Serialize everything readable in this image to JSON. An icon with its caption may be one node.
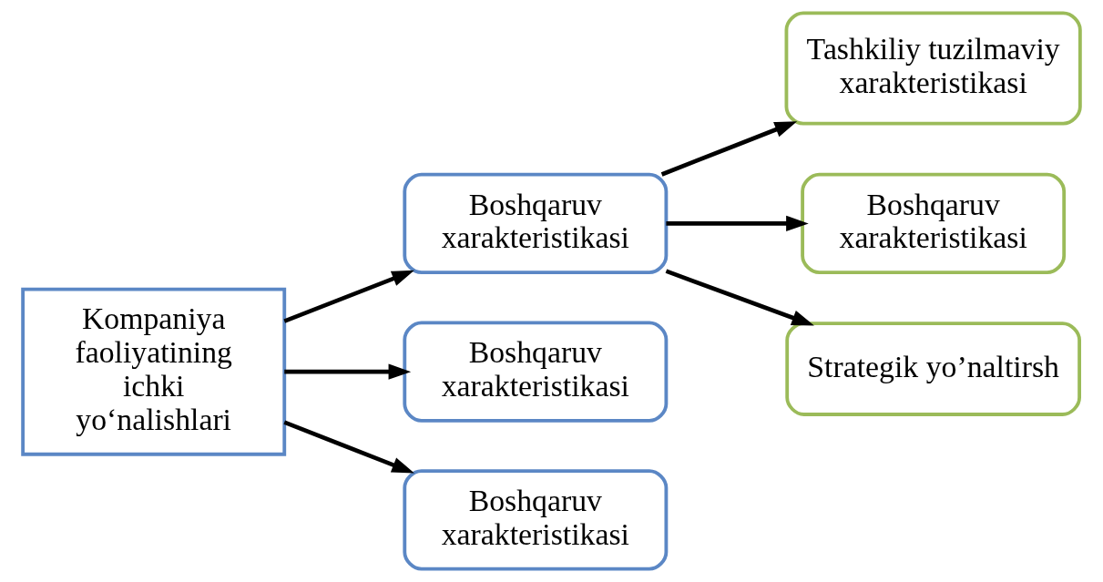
{
  "diagram": {
    "nodes": [
      {
        "text": [
          "Kompaniya faoliyatining ichki yo‘nalishlari"
        ]
      },
      {
        "text": [
          "Boshqaruv xarakteristikasi"
        ]
      },
      {
        "text": [
          "Boshqaruv xarakteristikasi"
        ]
      },
      {
        "text": [
          "Boshqaruv xarakteristikasi"
        ]
      },
      {
        "text": [
          "Tashkiliy tuzilmaviy xarakteristikasi"
        ]
      },
      {
        "text": [
          "Boshqaruv xarakteristikasi"
        ]
      },
      {
        "text": [
          "Strategik yo’naltirsh"
        ]
      }
    ],
    "edges": [
      {
        "from": 0,
        "to": 1,
        "arrow": "to"
      },
      {
        "from": 0,
        "to": 2,
        "arrow": "to"
      },
      {
        "from": 0,
        "to": 3,
        "arrow": "to"
      },
      {
        "from": 1,
        "to": 4,
        "arrow": "to"
      },
      {
        "from": 1,
        "to": 5,
        "arrow": "to"
      },
      {
        "from": 1,
        "to": 6,
        "arrow": "to"
      }
    ]
  }
}
